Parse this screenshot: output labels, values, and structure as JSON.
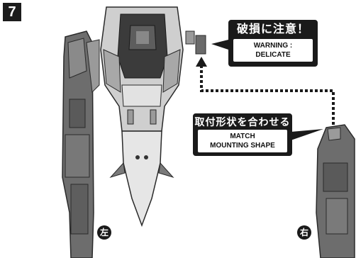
{
  "step": {
    "number": "7"
  },
  "warning": {
    "jp": "破損に注意！",
    "en_line1": "WARNING :",
    "en_line2": "DELICATE"
  },
  "mounting": {
    "jp": "取付形状を合わせる",
    "en_line1": "MATCH",
    "en_line2": "MOUNTING SHAPE"
  },
  "sides": {
    "left": "左",
    "right": "右"
  }
}
